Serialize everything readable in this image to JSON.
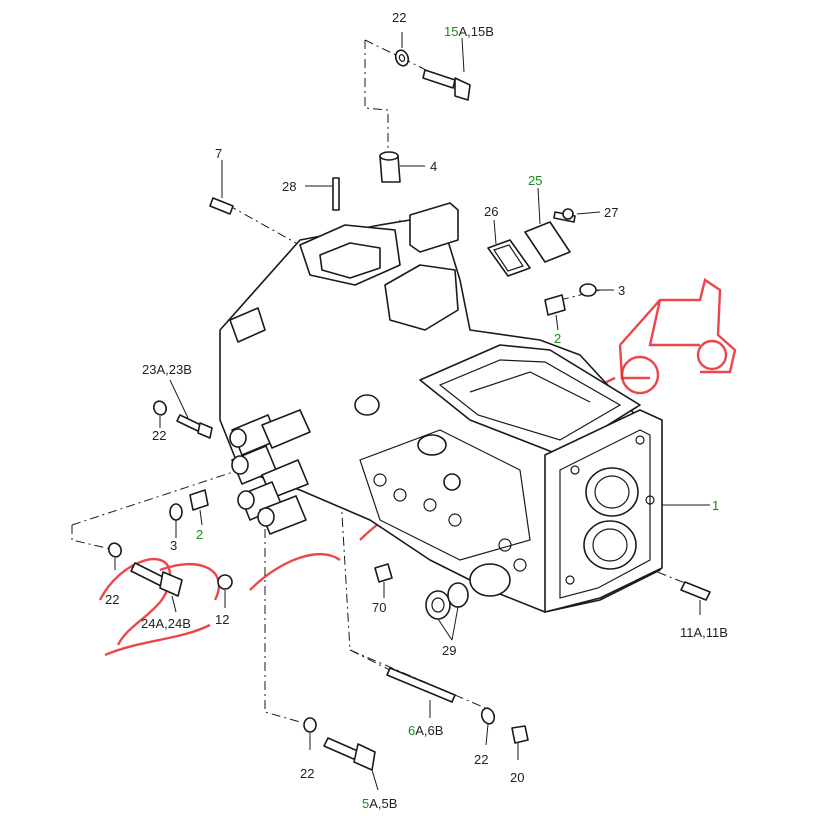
{
  "watermark": {
    "text": "Tractor",
    "color": "#e8262b"
  },
  "callouts": [
    {
      "id": "c-22-top",
      "text": "22",
      "parts": [
        {
          "t": "22",
          "c": "#222222"
        }
      ]
    },
    {
      "id": "c-15",
      "text": "15A,15B",
      "parts": [
        {
          "t": "15",
          "c": "#1a8a1a"
        },
        {
          "t": "A,15B",
          "c": "#222222"
        }
      ]
    },
    {
      "id": "c-7",
      "text": "7",
      "parts": [
        {
          "t": "7",
          "c": "#222222"
        }
      ]
    },
    {
      "id": "c-28",
      "text": "28",
      "parts": [
        {
          "t": "28",
          "c": "#222222"
        }
      ]
    },
    {
      "id": "c-4",
      "text": "4",
      "parts": [
        {
          "t": "4",
          "c": "#222222"
        }
      ]
    },
    {
      "id": "c-25",
      "text": "25",
      "parts": [
        {
          "t": "25",
          "c": "#1a8a1a"
        }
      ]
    },
    {
      "id": "c-26",
      "text": "26",
      "parts": [
        {
          "t": "26",
          "c": "#222222"
        }
      ]
    },
    {
      "id": "c-27",
      "text": "27",
      "parts": [
        {
          "t": "27",
          "c": "#222222"
        }
      ]
    },
    {
      "id": "c-3-right",
      "text": "3",
      "parts": [
        {
          "t": "3",
          "c": "#222222"
        }
      ]
    },
    {
      "id": "c-2-right",
      "text": "2",
      "parts": [
        {
          "t": "2",
          "c": "#1a8a1a"
        }
      ]
    },
    {
      "id": "c-23",
      "text": "23A,23B",
      "parts": [
        {
          "t": "23A,23B",
          "c": "#222222"
        }
      ]
    },
    {
      "id": "c-22-left",
      "text": "22",
      "parts": [
        {
          "t": "22",
          "c": "#222222"
        }
      ]
    },
    {
      "id": "c-3-left",
      "text": "3",
      "parts": [
        {
          "t": "3",
          "c": "#222222"
        }
      ]
    },
    {
      "id": "c-2-left",
      "text": "2",
      "parts": [
        {
          "t": "2",
          "c": "#1a8a1a"
        }
      ]
    },
    {
      "id": "c-1",
      "text": "1",
      "parts": [
        {
          "t": "1",
          "c": "#1a8a1a"
        }
      ]
    },
    {
      "id": "c-22-lower",
      "text": "22",
      "parts": [
        {
          "t": "22",
          "c": "#222222"
        }
      ]
    },
    {
      "id": "c-24",
      "text": "24A,24B",
      "parts": [
        {
          "t": "24A,24B",
          "c": "#222222"
        }
      ]
    },
    {
      "id": "c-12",
      "text": "12",
      "parts": [
        {
          "t": "12",
          "c": "#222222"
        }
      ]
    },
    {
      "id": "c-70",
      "text": "70",
      "parts": [
        {
          "t": "70",
          "c": "#222222"
        }
      ]
    },
    {
      "id": "c-29",
      "text": "29",
      "parts": [
        {
          "t": "29",
          "c": "#222222"
        }
      ]
    },
    {
      "id": "c-11",
      "text": "11A,11B",
      "parts": [
        {
          "t": "11A,11B",
          "c": "#222222"
        }
      ]
    },
    {
      "id": "c-6",
      "text": "6A,6B",
      "parts": [
        {
          "t": "6",
          "c": "#1a8a1a"
        },
        {
          "t": "A,6B",
          "c": "#222222"
        }
      ]
    },
    {
      "id": "c-22-b1",
      "text": "22",
      "parts": [
        {
          "t": "22",
          "c": "#222222"
        }
      ]
    },
    {
      "id": "c-22-b2",
      "text": "22",
      "parts": [
        {
          "t": "22",
          "c": "#222222"
        }
      ]
    },
    {
      "id": "c-20",
      "text": "20",
      "parts": [
        {
          "t": "20",
          "c": "#222222"
        }
      ]
    },
    {
      "id": "c-5",
      "text": "5A,5B",
      "parts": [
        {
          "t": "5",
          "c": "#1a8a1a"
        },
        {
          "t": "A,5B",
          "c": "#222222"
        }
      ]
    }
  ]
}
